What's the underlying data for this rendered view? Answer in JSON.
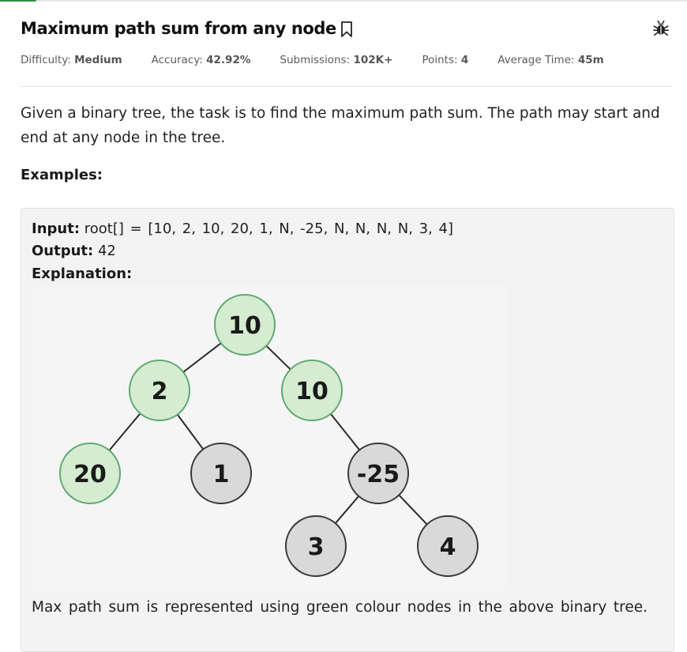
{
  "problem": {
    "title": "Maximum path sum from any node",
    "meta": [
      {
        "label": "Difficulty:",
        "value": "Medium"
      },
      {
        "label": "Accuracy:",
        "value": "42.92%"
      },
      {
        "label": "Submissions:",
        "value": "102K+"
      },
      {
        "label": "Points:",
        "value": "4"
      },
      {
        "label": "Average Time:",
        "value": "45m"
      }
    ],
    "statement": "Given a binary tree, the task is to find the maximum path sum. The path may start and end at any node in the tree.",
    "examples_heading": "Examples:"
  },
  "example": {
    "input_label": "Input:",
    "input_value": "root[] = [10, 2, 10, 20, 1, N, -25, N, N, N, N, 3, 4]",
    "output_label": "Output:",
    "output_value": "42",
    "explanation_label": "Explanation:",
    "explanation_text": "Max path sum is represented using green colour nodes in the above binary tree."
  },
  "tree": {
    "colors": {
      "green_fill": "#d5ecd1",
      "green_stroke": "#5fa871",
      "gray_fill": "#d9d9d9",
      "gray_stroke": "#3a3a3a"
    },
    "nodes": [
      {
        "id": "n-root",
        "label": "10",
        "highlighted": true
      },
      {
        "id": "n-left",
        "label": "2",
        "highlighted": true
      },
      {
        "id": "n-right",
        "label": "10",
        "highlighted": true
      },
      {
        "id": "n-ll",
        "label": "20",
        "highlighted": true
      },
      {
        "id": "n-lr",
        "label": "1",
        "highlighted": false
      },
      {
        "id": "n-rr",
        "label": "-25",
        "highlighted": false
      },
      {
        "id": "n-rrl",
        "label": "3",
        "highlighted": false
      },
      {
        "id": "n-rrr",
        "label": "4",
        "highlighted": false
      }
    ]
  },
  "icons": {
    "bookmark": "bookmark-icon",
    "report": "bug-icon"
  },
  "theme": {
    "accent": "#2f8d46"
  }
}
